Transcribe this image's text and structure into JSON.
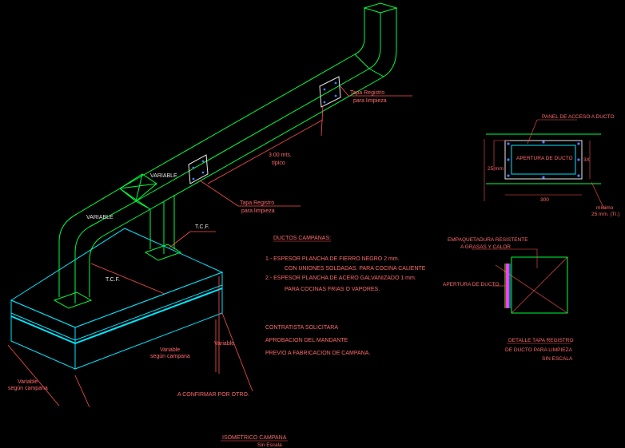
{
  "colors": {
    "background": "#000000",
    "duct": "#00ff3c",
    "base": "#00e5ff",
    "annotation": "#ff6b6b",
    "leader": "#ff5050",
    "dimension": "#ff5050",
    "detail_frame": "#00ff3c",
    "white": "#e8e8e8",
    "blue": "#4a7dff",
    "magenta": "#ff3cff",
    "yellow": "#ffff50"
  },
  "isometric": {
    "labels": {
      "tapa_registro_1a": "Tapa Registro",
      "tapa_registro_1b": "para limpieza",
      "spacing_a": "3.00 mts.",
      "spacing_b": "típico",
      "variable_top": "VARIABLE",
      "variable_left": "VARIABLE",
      "tapa_registro_2a": "Tapa Registro",
      "tapa_registro_2b": "para limpieza",
      "tcf_1": "T.C.F.",
      "tcf_2": "T.C.F.",
      "variable_segun_a": "Variable",
      "variable_segun_b": "según campana",
      "variable_vert": "Variable",
      "variable_bottom_a": "Variable",
      "variable_bottom_b": "según campana",
      "confirmar": "A CONFIRMAR POR OTRO."
    },
    "title": "ISOMETRICO CAMPANA",
    "subtitle": "Sin Escala"
  },
  "notes": {
    "heading": "DUCTOS CAMPANAS:",
    "line1": "1.- ESPESOR PLANCHA DE  FIERRO  NEGRO 2 mm.",
    "line2": "CON UNIONES SOLDADAS. PARA COCINA CALIENTE",
    "line3": "2.- ESPESOR PLANCHA DE  ACERO GALVANIZADO 1 mm.",
    "line4": "PARA COCINAS FRIAS O VAPORES.",
    "line5": "CONTRATISTA SOLICITARA",
    "line6": "APROBACION DEL MANDANTE",
    "line7": "PREVIO A FABRICACION DE CAMPANA."
  },
  "panel_detail": {
    "label_panel": "PANEL DE ACCESO A DUCTO",
    "label_min_left": "25 mm",
    "label_opening": "APERTURA DE DUCTO",
    "label_right": "3X",
    "label_bottom": "300",
    "label_min_a": "mínimo",
    "label_min_b": "25 mm. (Tí.)"
  },
  "section_detail": {
    "label_gasket_a": "EMPAQUETADURA RESISTENTE",
    "label_gasket_b": "A GRASAS Y CALOR",
    "label_opening": "APERTURA DE DUCTO",
    "title_a": "DETALLE TAPA REGISTRO",
    "title_b": "DE DUCTO PARA LIMPIEZA",
    "title_c": "SIN ESCALA"
  }
}
